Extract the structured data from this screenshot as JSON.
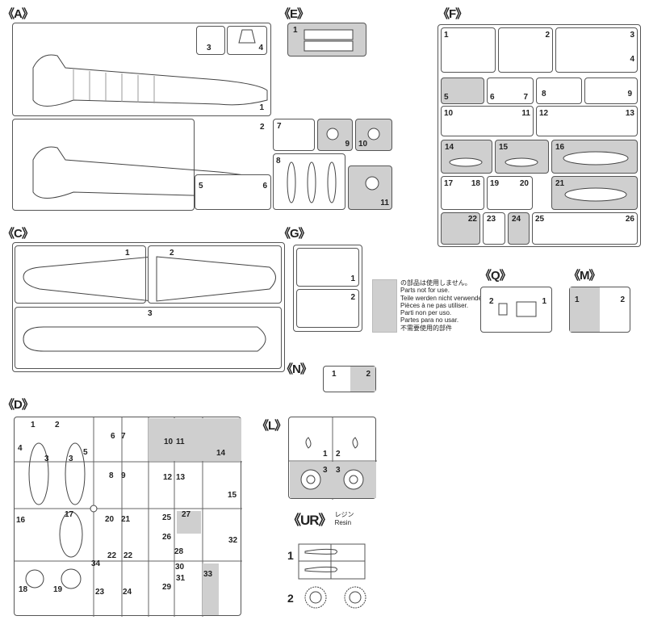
{
  "sprues": {
    "A": {
      "label": "《A》",
      "parts": [
        "1",
        "2",
        "3",
        "4",
        "5",
        "6",
        "7",
        "8",
        "9",
        "10",
        "11"
      ]
    },
    "E": {
      "label": "《E》",
      "parts": [
        "1"
      ]
    },
    "F": {
      "label": "《F》",
      "parts": [
        "1",
        "2",
        "3",
        "4",
        "5",
        "6",
        "7",
        "8",
        "9",
        "10",
        "11",
        "12",
        "13",
        "14",
        "15",
        "16",
        "17",
        "18",
        "19",
        "20",
        "21",
        "22",
        "23",
        "24",
        "25",
        "26"
      ]
    },
    "C": {
      "label": "《C》",
      "parts": [
        "1",
        "2",
        "3"
      ]
    },
    "G": {
      "label": "《G》",
      "parts": [
        "1",
        "2"
      ]
    },
    "Q": {
      "label": "《Q》",
      "parts": [
        "2",
        "1"
      ]
    },
    "M": {
      "label": "《M》",
      "parts": [
        "1",
        "2"
      ]
    },
    "N": {
      "label": "《N》",
      "parts": [
        "1",
        "2"
      ]
    },
    "D": {
      "label": "《D》",
      "parts": [
        "1",
        "2",
        "3",
        "3",
        "4",
        "5",
        "6",
        "7",
        "8",
        "9",
        "10",
        "11",
        "12",
        "13",
        "14",
        "15",
        "16",
        "17",
        "18",
        "19",
        "20",
        "21",
        "22",
        "22",
        "23",
        "24",
        "25",
        "26",
        "27",
        "28",
        "29",
        "30",
        "31",
        "32",
        "33",
        "34"
      ]
    },
    "L": {
      "label": "《L》",
      "parts": [
        "1",
        "2",
        "3",
        "3"
      ]
    },
    "UR": {
      "label": "《UR》",
      "sub_jp": "レジン",
      "sub_en": "Resin",
      "parts": [
        "1",
        "2"
      ]
    }
  },
  "legend": {
    "lines": [
      "の部品は使用しません。",
      "Parts not for use.",
      "Teile werden nicht verwendet.",
      "Pièces à ne pas utiliser.",
      "Parti non per uso.",
      "Partes para no usar.",
      "不需要使用的部件"
    ],
    "swatch_color": "#cfcfcf"
  }
}
